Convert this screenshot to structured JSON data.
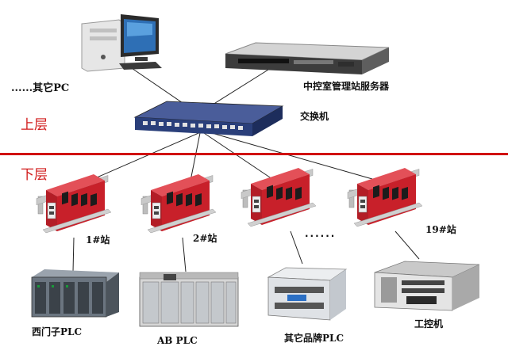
{
  "labels": {
    "other_pc": "......其它PC",
    "server": "中控室管理站服务器",
    "switch": "交换机",
    "upper_layer": "上层",
    "lower_layer": "下层",
    "station1": "1#站",
    "station2": "2#站",
    "ellipsis": "......",
    "station19": "19#站",
    "siemens_plc": "西门子PLC",
    "ab_plc": "AB PLC",
    "other_plc": "其它品牌PLC",
    "ipc": "工控机"
  },
  "colors": {
    "module_red": "#c8202a",
    "separator_red": "#d01010",
    "switch_blue": "#2a3f7a"
  }
}
